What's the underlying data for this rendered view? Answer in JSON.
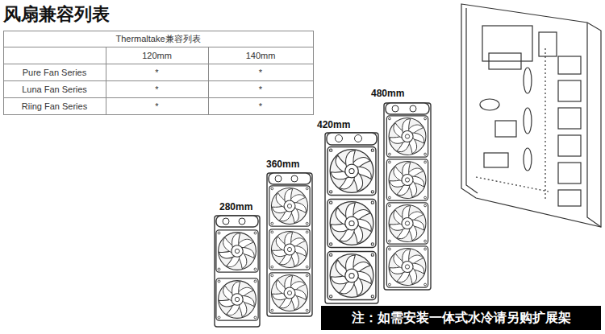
{
  "diagram": {
    "title": "风扇兼容列表",
    "nodes": [
      {
        "text": [
          "注：如需安装一体式水冷请另购扩展架"
        ]
      }
    ],
    "labels": [
      "Thermaltake兼容列表",
      "120mm",
      "140mm",
      "Pure Fan Series",
      "*",
      "*",
      "Luna Fan Series",
      "*",
      "*",
      "Riing Fan Series",
      "*",
      "*",
      "280mm",
      "360mm",
      "420mm",
      "480mm"
    ]
  }
}
